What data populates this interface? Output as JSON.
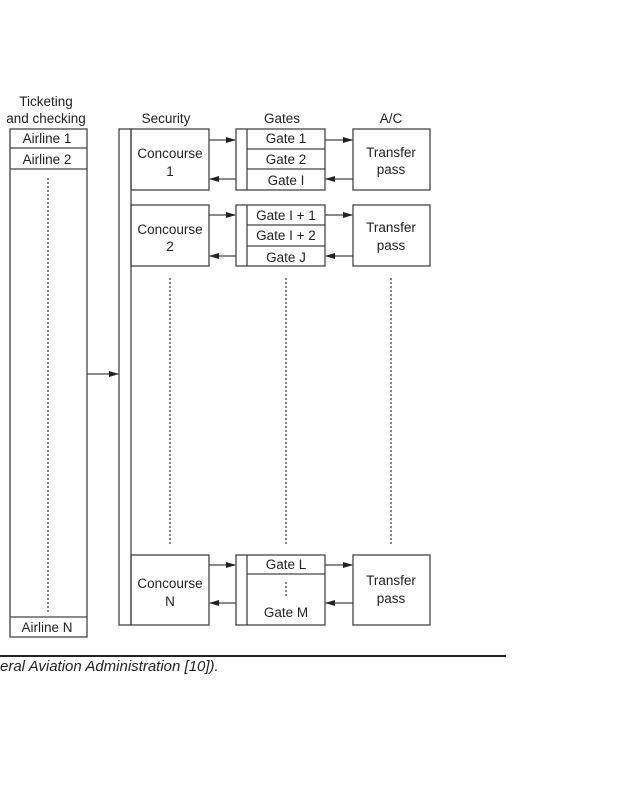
{
  "headers": {
    "ticketing_line1": "Ticketing",
    "ticketing_line2": "and checking",
    "security": "Security",
    "gates": "Gates",
    "ac": "A/C"
  },
  "airlines": [
    "Airline 1",
    "Airline 2",
    "Airline N"
  ],
  "concourses": [
    {
      "line1": "Concourse",
      "line2": "1",
      "gates": [
        "Gate 1",
        "Gate 2",
        "Gate I"
      ],
      "ac_line1": "Transfer",
      "ac_line2": "pass"
    },
    {
      "line1": "Concourse",
      "line2": "2",
      "gates": [
        "Gate I + 1",
        "Gate I + 2",
        "Gate J"
      ],
      "ac_line1": "Transfer",
      "ac_line2": "pass"
    },
    {
      "line1": "Concourse",
      "line2": "N",
      "gates": [
        "Gate L",
        "Gate M"
      ],
      "ac_line1": "Transfer",
      "ac_line2": "pass"
    }
  ],
  "caption": "eral Aviation Administration [10])."
}
